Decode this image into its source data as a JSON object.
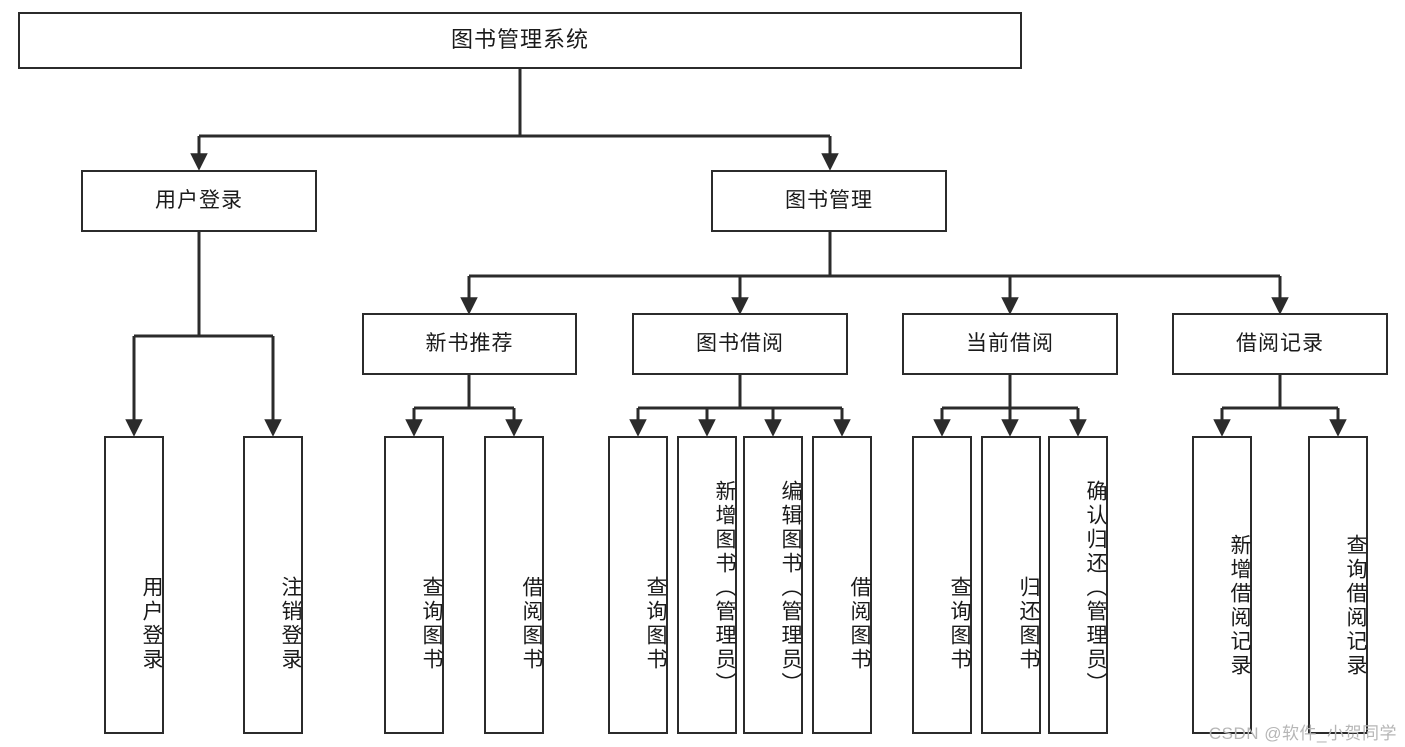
{
  "diagram": {
    "title": "图书管理系统",
    "type": "tree",
    "root": {
      "id": "root",
      "label": "图书管理系统"
    },
    "level1": [
      {
        "id": "user-login",
        "label": "用户登录"
      },
      {
        "id": "book-management",
        "label": "图书管理"
      }
    ],
    "level2": [
      {
        "id": "new-book-recommend",
        "label": "新书推荐",
        "parent": "book-management"
      },
      {
        "id": "book-borrow",
        "label": "图书借阅",
        "parent": "book-management"
      },
      {
        "id": "current-borrow",
        "label": "当前借阅",
        "parent": "book-management"
      },
      {
        "id": "borrow-record",
        "label": "借阅记录",
        "parent": "book-management"
      }
    ],
    "leaves": [
      {
        "id": "leaf-user-login",
        "label": "用户登录",
        "parent": "user-login"
      },
      {
        "id": "leaf-logout",
        "label": "注销登录",
        "parent": "user-login"
      },
      {
        "id": "leaf-query-book-1",
        "label": "查询图书",
        "parent": "new-book-recommend"
      },
      {
        "id": "leaf-borrow-book-1",
        "label": "借阅图书",
        "parent": "new-book-recommend"
      },
      {
        "id": "leaf-query-book-2",
        "label": "查询图书",
        "parent": "book-borrow"
      },
      {
        "id": "leaf-add-book",
        "label": "新增图书（管理员）",
        "parent": "book-borrow"
      },
      {
        "id": "leaf-edit-book",
        "label": "编辑图书（管理员）",
        "parent": "book-borrow"
      },
      {
        "id": "leaf-borrow-book-2",
        "label": "借阅图书",
        "parent": "book-borrow"
      },
      {
        "id": "leaf-query-book-3",
        "label": "查询图书",
        "parent": "current-borrow"
      },
      {
        "id": "leaf-return-book",
        "label": "归还图书",
        "parent": "current-borrow"
      },
      {
        "id": "leaf-confirm-return",
        "label": "确认归还（管理员）",
        "parent": "current-borrow"
      },
      {
        "id": "leaf-add-record",
        "label": "新增借阅记录",
        "parent": "borrow-record"
      },
      {
        "id": "leaf-query-record",
        "label": "查询借阅记录",
        "parent": "borrow-record"
      }
    ],
    "colors": {
      "stroke": "#2b2b2b",
      "fill": "#ffffff",
      "text": "#1a1a1a",
      "watermark": "#b6b6b6"
    }
  },
  "watermark": {
    "text": "CSDN @软件_小贺同学"
  }
}
